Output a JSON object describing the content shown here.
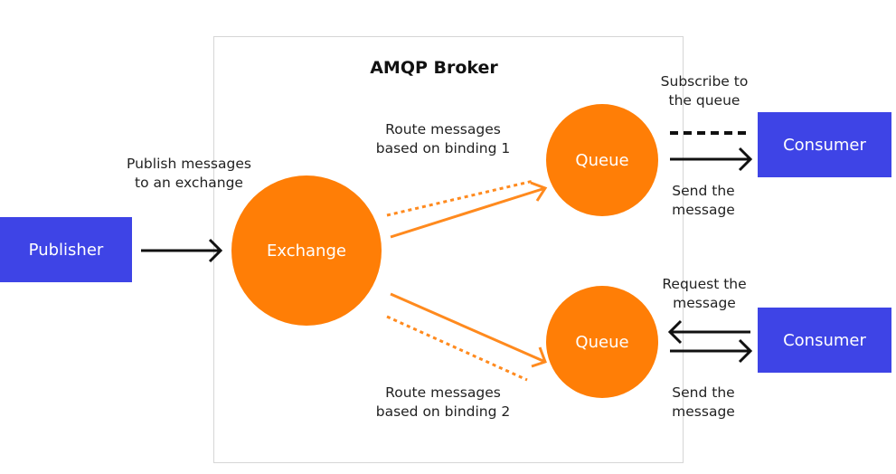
{
  "broker": {
    "title": "AMQP Broker"
  },
  "publisher": {
    "label": "Publisher"
  },
  "exchange": {
    "label": "Exchange"
  },
  "queues": [
    {
      "label": "Queue"
    },
    {
      "label": "Queue"
    }
  ],
  "consumers": [
    {
      "label": "Consumer"
    },
    {
      "label": "Consumer"
    }
  ],
  "labels": {
    "publish": [
      "Publish messages",
      "to an exchange"
    ],
    "route1": [
      "Route messages",
      "based on binding 1"
    ],
    "route2": [
      "Route messages",
      "based on binding 2"
    ],
    "subscribe": [
      "Subscribe to",
      "the queue"
    ],
    "send1": [
      "Send the",
      "message"
    ],
    "request": [
      "Request the",
      "message"
    ],
    "send2": [
      "Send the",
      "message"
    ]
  },
  "colors": {
    "box": "#3e44e6",
    "circle": "#ff7e06",
    "arrow": "#111111",
    "route": "#ff8a1e"
  }
}
